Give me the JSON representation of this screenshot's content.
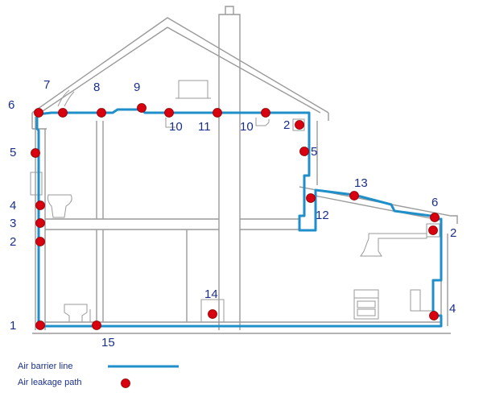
{
  "legend": {
    "air_barrier_line": "Air barrier line",
    "air_leakage_path": "Air leakage path"
  },
  "colors": {
    "air_barrier": "#1f8fc9",
    "leakage_dot": "#d9000f",
    "label": "#1a2f8a",
    "outline": "#9a9a9a"
  },
  "labels": [
    "1",
    "2",
    "2",
    "2",
    "3",
    "4",
    "4",
    "5",
    "5",
    "6",
    "6",
    "7",
    "8",
    "9",
    "10",
    "10",
    "11",
    "12",
    "13",
    "14",
    "15"
  ]
}
